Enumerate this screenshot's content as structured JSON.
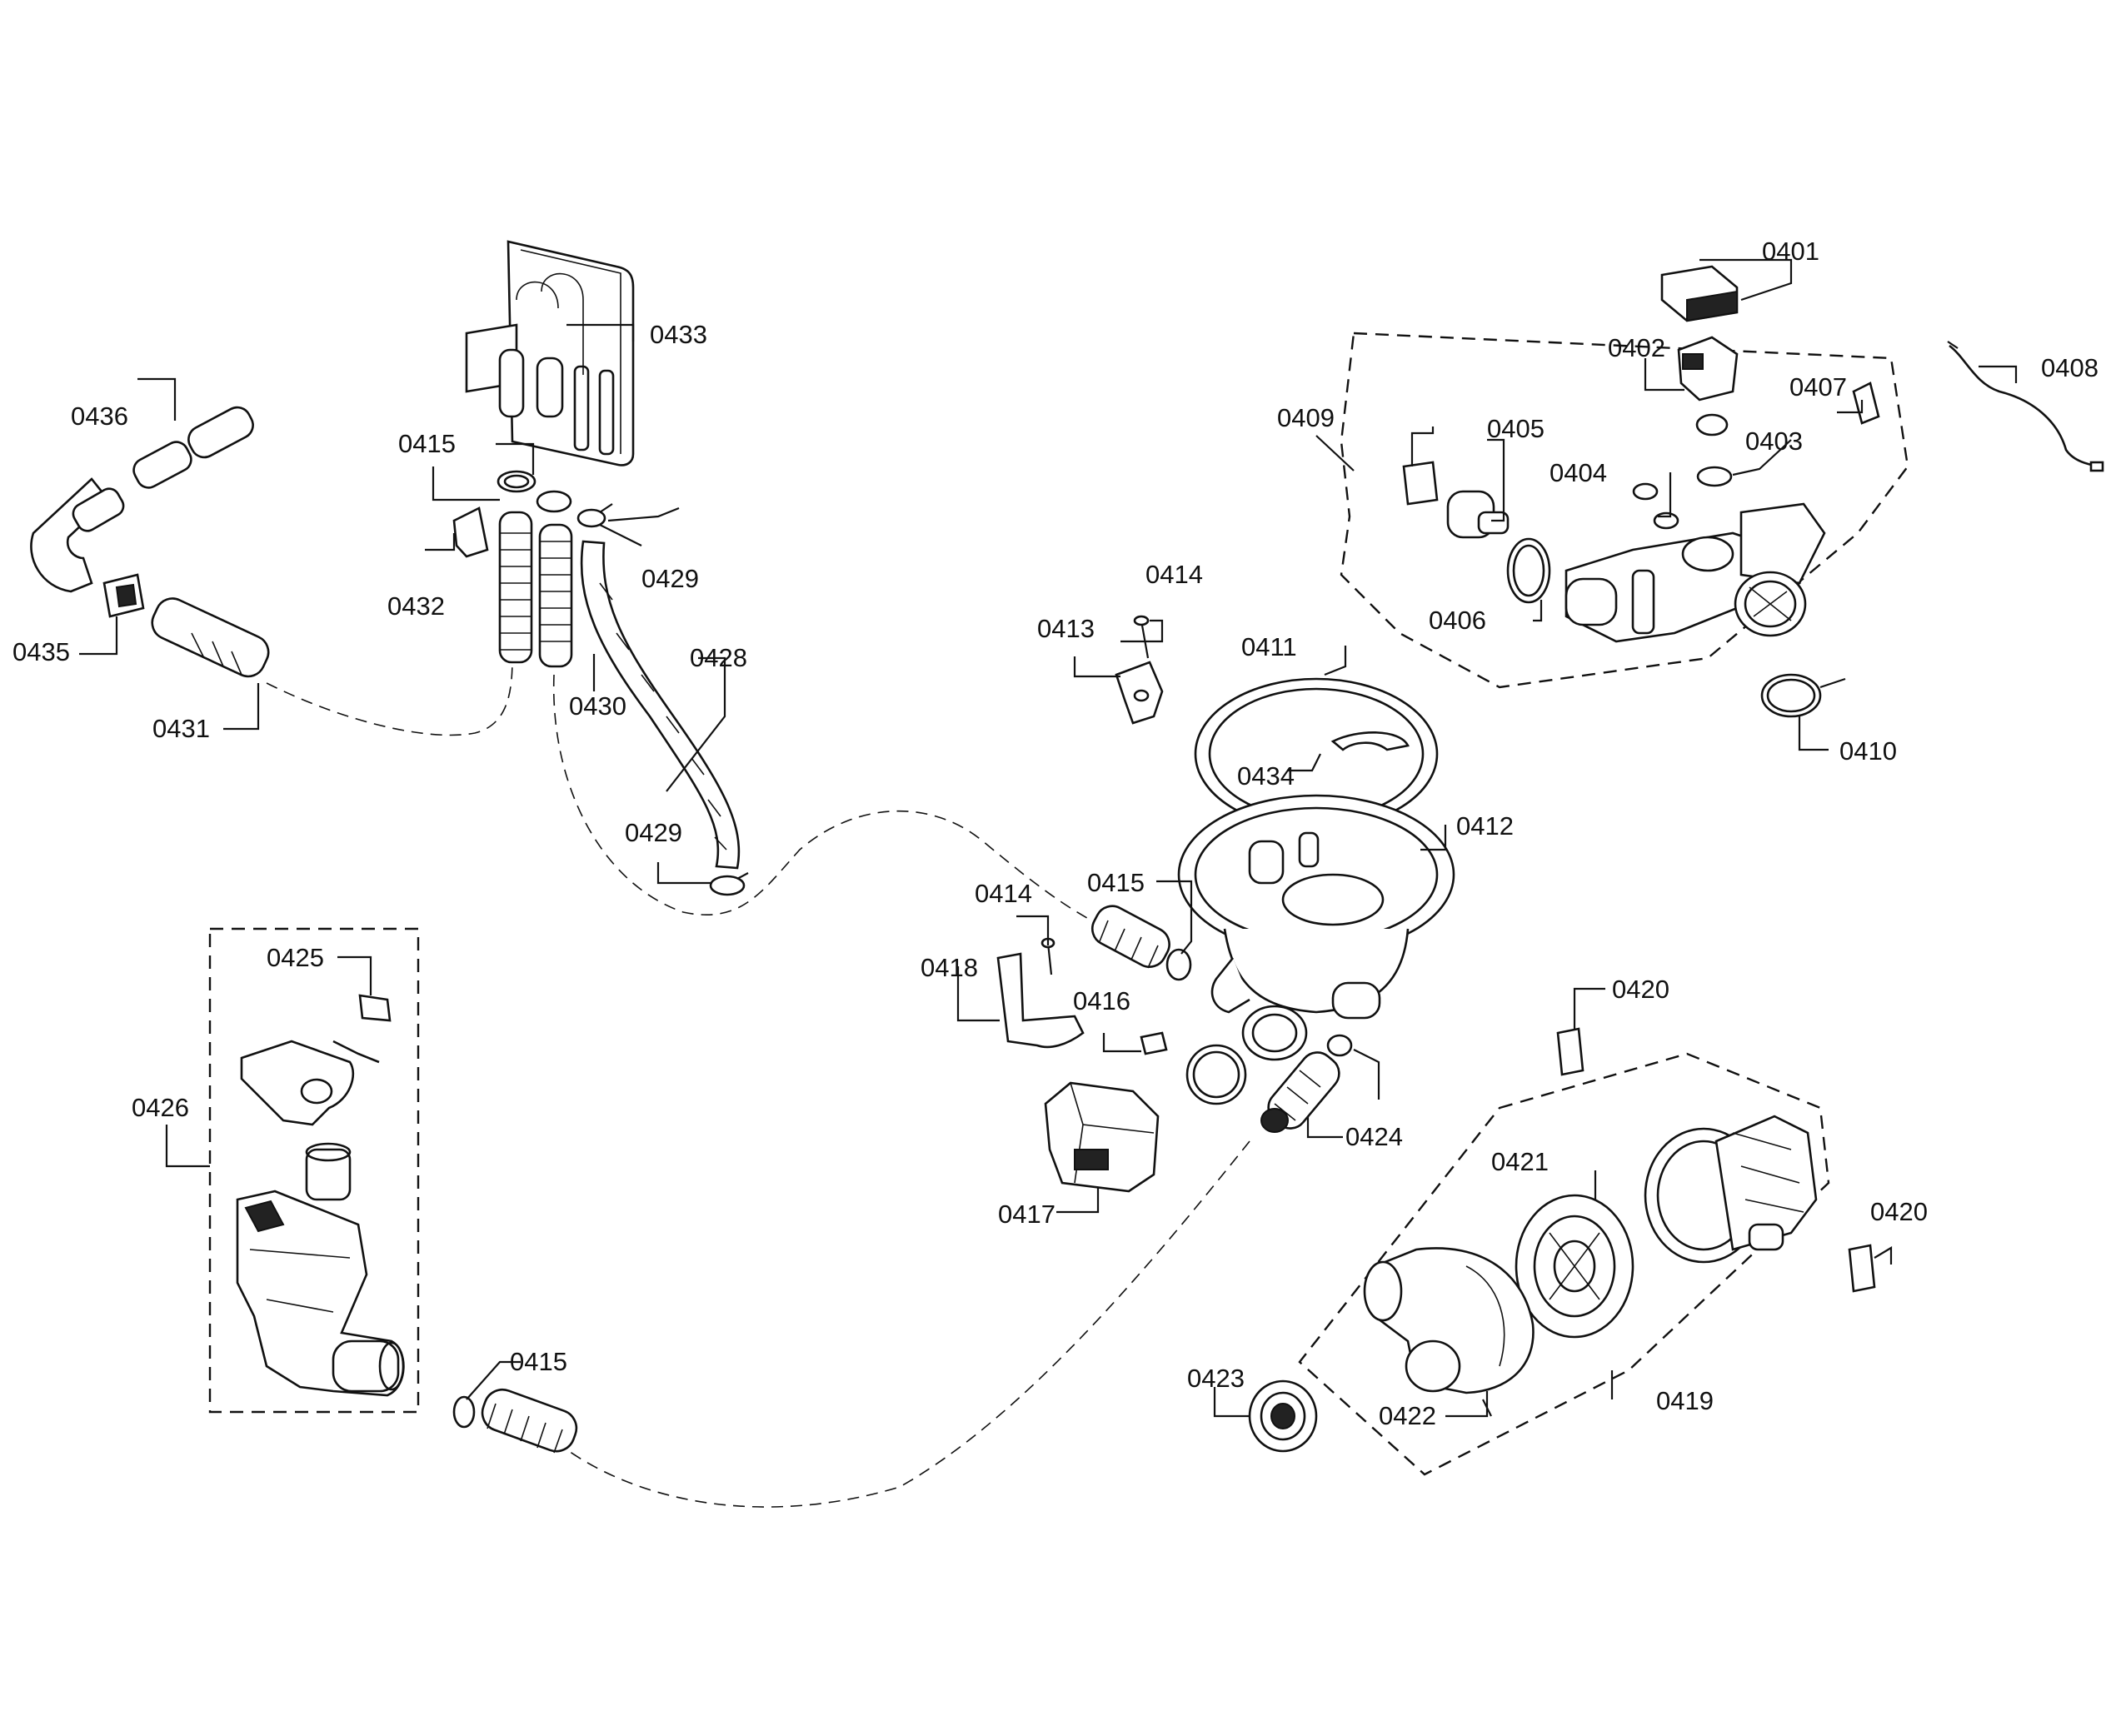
{
  "labels": {
    "l0401": "0401",
    "l0402": "0402",
    "l0403": "0403",
    "l0404": "0404",
    "l0405": "0405",
    "l0406": "0406",
    "l0407": "0407",
    "l0408": "0408",
    "l0409": "0409",
    "l0410": "0410",
    "l0411": "0411",
    "l0412": "0412",
    "l0413": "0413",
    "l0414_top": "0414",
    "l0414_mid": "0414",
    "l0415_top": "0415",
    "l0415_mid": "0415",
    "l0415_bot": "0415",
    "l0416": "0416",
    "l0417": "0417",
    "l0418": "0418",
    "l0419": "0419",
    "l0420_top": "0420",
    "l0420_bot": "0420",
    "l0421": "0421",
    "l0422": "0422",
    "l0423": "0423",
    "l0424": "0424",
    "l0425": "0425",
    "l0426": "0426",
    "l0428": "0428",
    "l0429_top": "0429",
    "l0429_bot": "0429",
    "l0430": "0430",
    "l0431": "0431",
    "l0432": "0432",
    "l0433": "0433",
    "l0434": "0434",
    "l0435": "0435",
    "l0436": "0436"
  }
}
